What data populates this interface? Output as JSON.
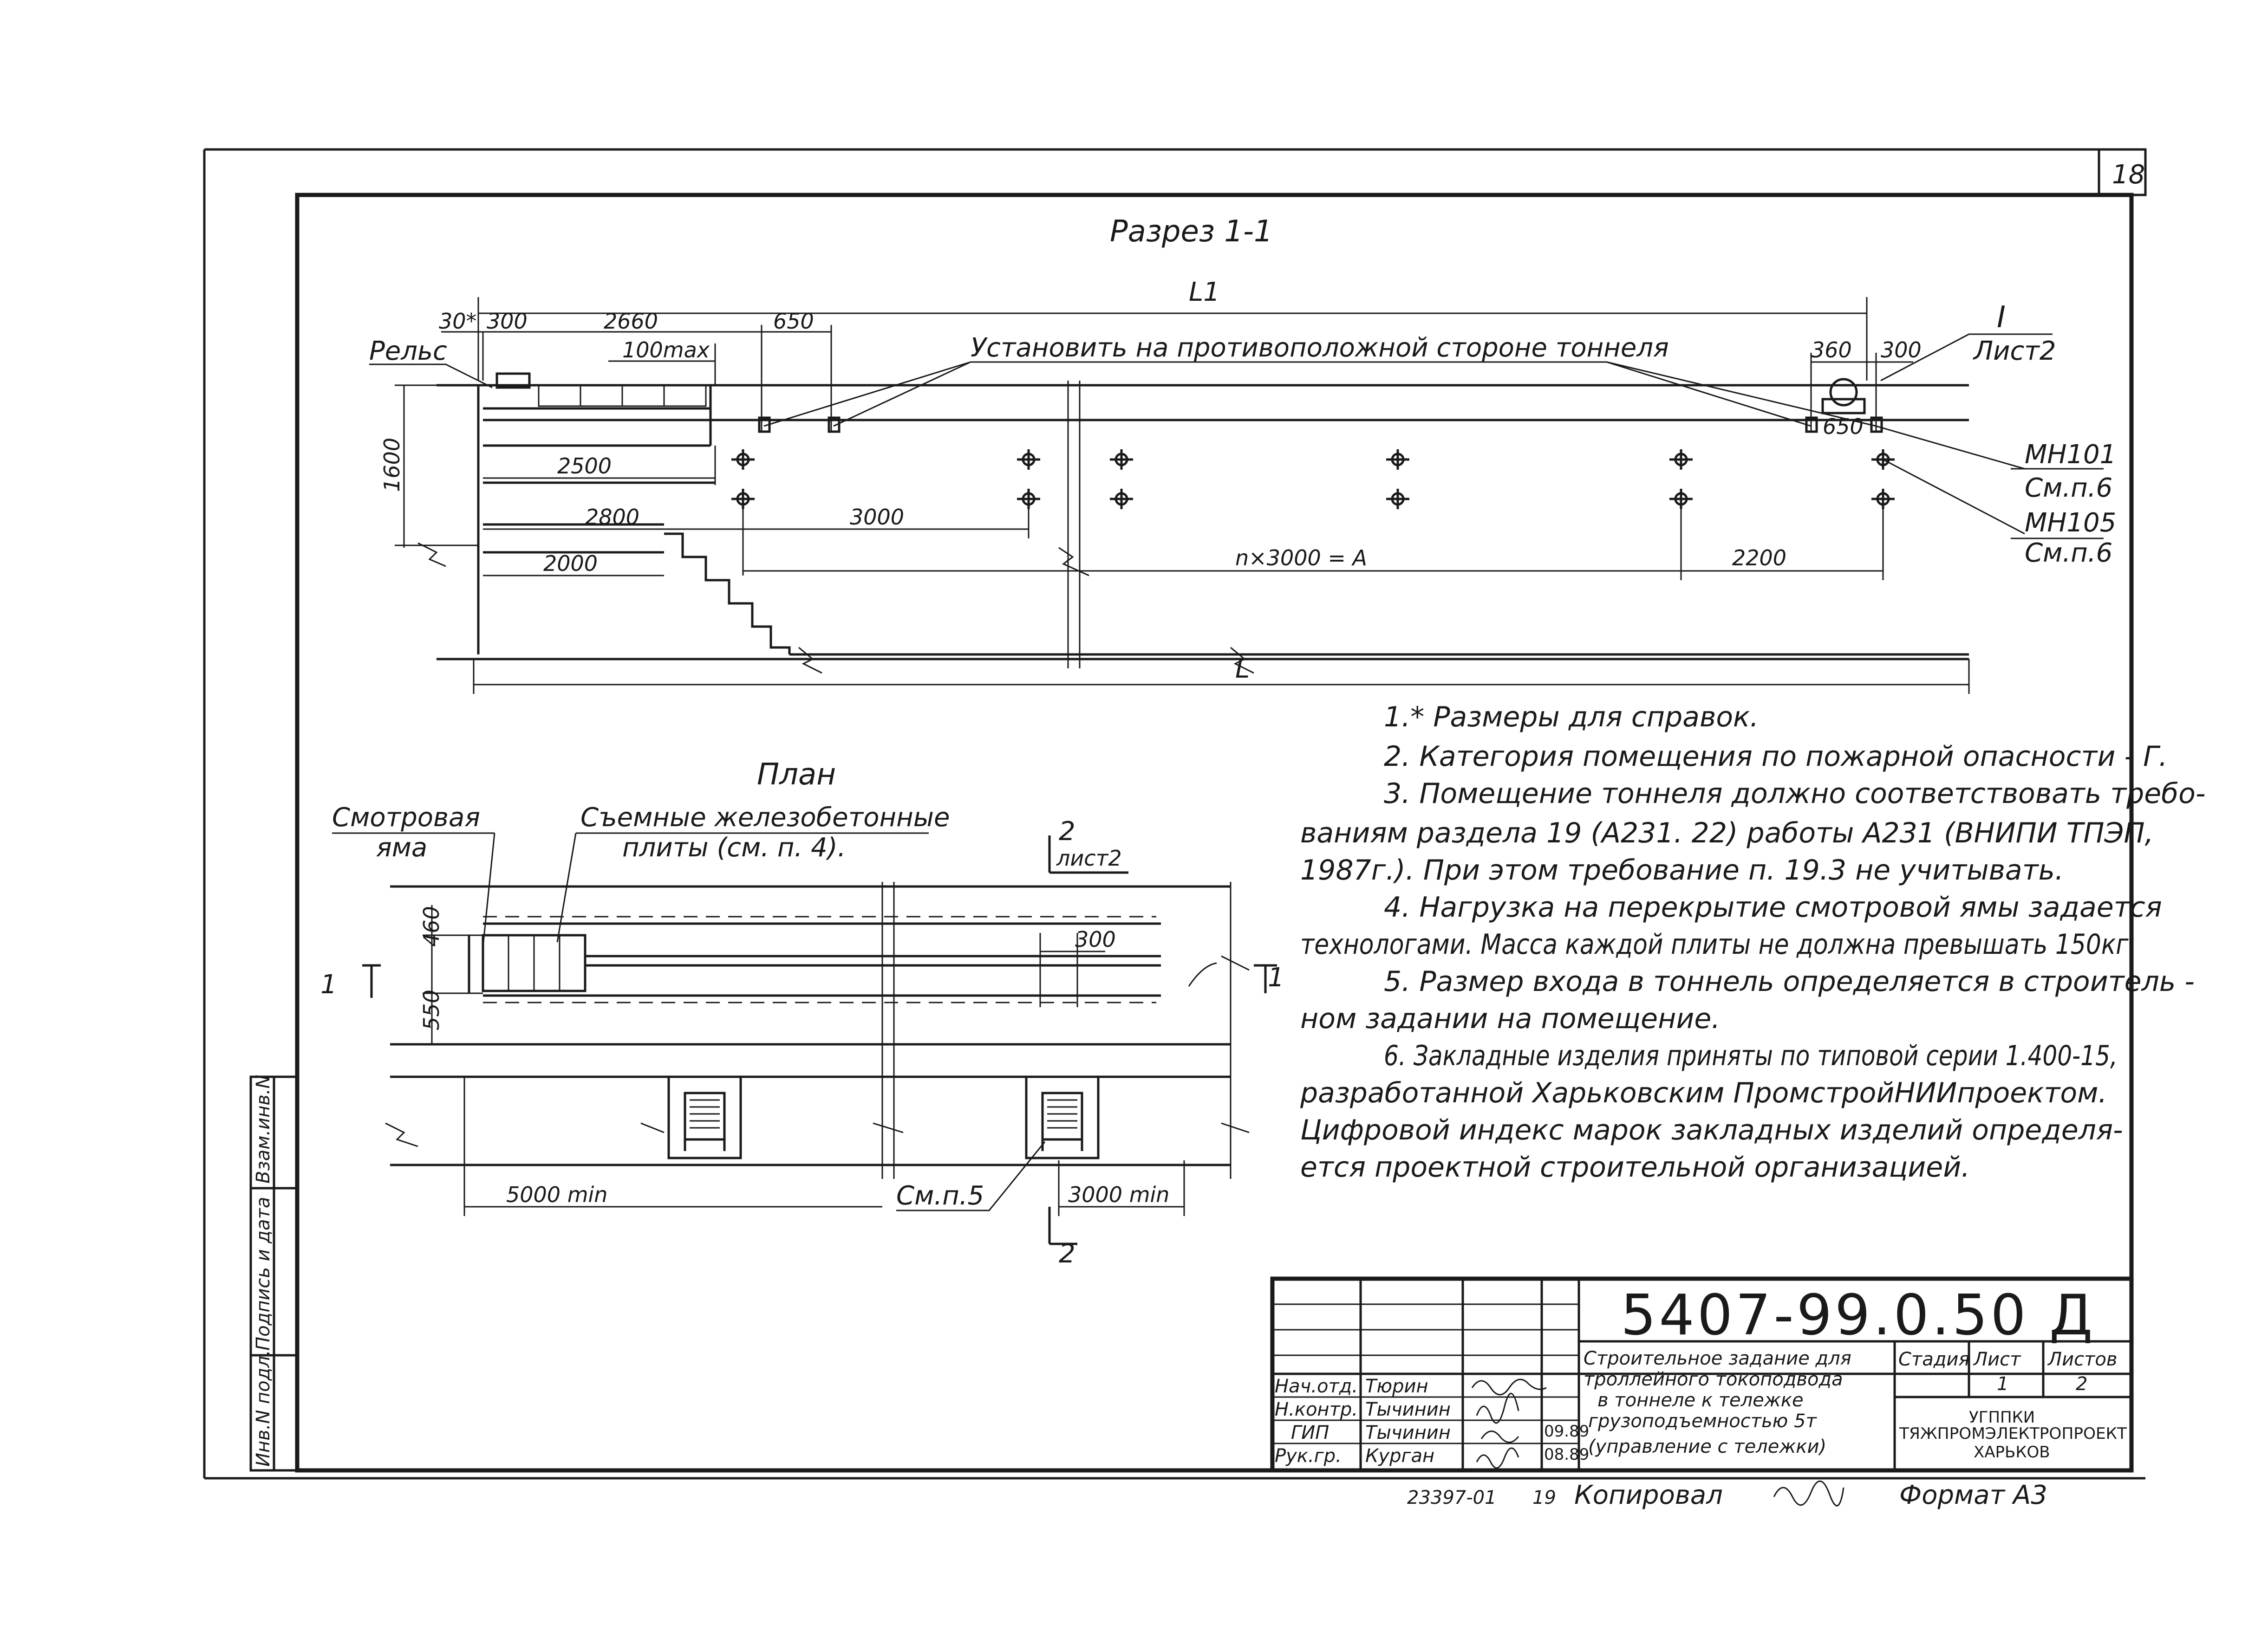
{
  "sheet_number": "18",
  "section": {
    "title": "Разрез 1-1",
    "dim_top": "L1",
    "dim_bottom": "L",
    "rail_label": "Рельс",
    "opposite_label": "Установить на противоположной стороне тоннеля",
    "callout_num": "I",
    "callout_sheet": "Лист2",
    "mark1": "МН101",
    "mark1_ref": "См.п.6",
    "mark2": "МН105",
    "mark2_ref": "См.п.6",
    "dims": {
      "d30": "30*",
      "d300a": "300",
      "d2660": "2660",
      "d100max": "100max",
      "d650a": "650",
      "d360": "360",
      "d300b": "300",
      "d650b": "650",
      "d1600": "1600",
      "d2500": "2500",
      "d2800": "2800",
      "d3000": "3000",
      "d2000": "2000",
      "dnA": "n×3000 = A",
      "d2200": "2200"
    }
  },
  "plan": {
    "title": "План",
    "pit_label_1": "Смотровая",
    "pit_label_2": "яма",
    "slabs_label_1": "Съемные железобетонные",
    "slabs_label_2": "плиты (см. п. 4).",
    "cut2_num_top": "2",
    "cut2_sheet": "лист2",
    "cut2_num_bottom": "2",
    "cut1_left": "1",
    "cut1_right": "1",
    "dims": {
      "d460": "460",
      "d550": "550",
      "d300": "300",
      "d5000": "5000 min",
      "d3000": "3000 min"
    },
    "see_p5": "См.п.5"
  },
  "notes": [
    "1.* Размеры для справок.",
    "2. Категория помещения по пожарной опасности - Г.",
    "3. Помещение тоннеля должно соответствовать требо-",
    "ваниям раздела 19 (А231. 22) работы А231 (ВНИПИ ТПЭП,",
    "1987г.). При этом требование п. 19.3 не учитывать.",
    "4. Нагрузка на перекрытие смотровой ямы задается",
    "технологами. Масса каждой плиты не должна превышать 150кг.",
    "5. Размер входа в тоннель определяется в строитель -",
    "ном задании на помещение.",
    "6. Закладные изделия приняты по типовой серии 1.400-15,",
    "разработанной Харьковским ПромстройНИИпроектом.",
    "Цифровой индекс марок закладных изделий определя-",
    "ется проектной строительной организацией."
  ],
  "side_stamp": [
    "Инв.N подл.",
    "Подпись и дата",
    "Взам.инв.N"
  ],
  "title_block": {
    "code": "5407-99.0.50 Д",
    "description": [
      "Строительное задание для",
      "троллейного токоподвода",
      "в тоннеле к тележке",
      "грузоподъемностью 5т",
      "(управление с тележки)"
    ],
    "col_stage": "Стадия",
    "col_sheet": "Лист",
    "col_sheets": "Листов",
    "sheet_val": "1",
    "sheets_val": "2",
    "org_1": "УГППКИ",
    "org_2": "ТЯЖПРОМЭЛЕКТРОПРОЕКТ",
    "org_3": "ХАРЬКОВ",
    "roles": [
      {
        "role": "Нач.отд.",
        "name": "Тюрин",
        "date": ""
      },
      {
        "role": "Н.контр.",
        "name": "Тычинин",
        "date": ""
      },
      {
        "role": "ГИП",
        "name": "Тычинин",
        "date": "09.89"
      },
      {
        "role": "Рук.гр.",
        "name": "Курган",
        "date": "08.89"
      }
    ]
  },
  "footer": {
    "inventory": "23397-01",
    "page": "19",
    "copied": "Копировал",
    "format": "Формат А3"
  }
}
